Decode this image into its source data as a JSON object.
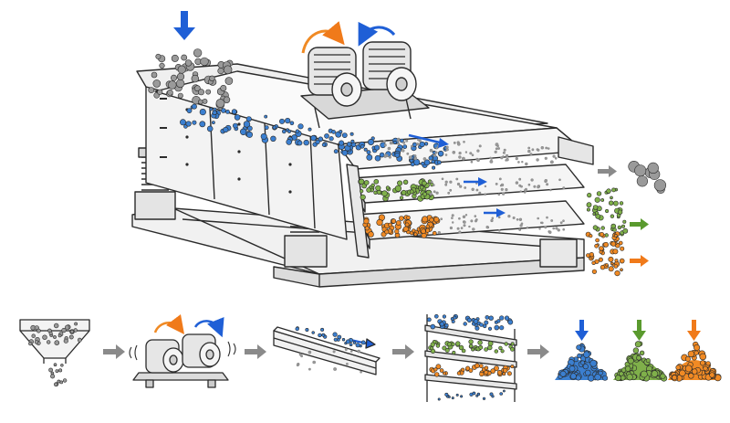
{
  "diagram": {
    "colors": {
      "ink": "#2b2b2b",
      "steel": "#f1f1f1",
      "steel_dark": "#cfcfcf",
      "feed": "#9a9a9a",
      "blue": "#3b7fd0",
      "green": "#7fb04a",
      "orange": "#f08a24",
      "arrow_blue": "#1f5fd6",
      "arrow_green": "#5a9a2e",
      "arrow_orange": "#f07a1a",
      "flow_gray": "#8a8a8a"
    },
    "icons": [
      "feed-arrow-icon",
      "rotation-arrow-icon",
      "flow-arrow-icon",
      "motor-icon",
      "spring-icon"
    ],
    "stages": [
      {
        "id": "feed-hopper"
      },
      {
        "id": "vibration-motors"
      },
      {
        "id": "inclined-screen"
      },
      {
        "id": "multi-deck-screens"
      },
      {
        "id": "sorted-piles"
      }
    ],
    "outputs": [
      {
        "id": "oversize",
        "color": "gray"
      },
      {
        "id": "middle-fraction",
        "color": "green"
      },
      {
        "id": "fines",
        "color": "orange"
      }
    ]
  }
}
